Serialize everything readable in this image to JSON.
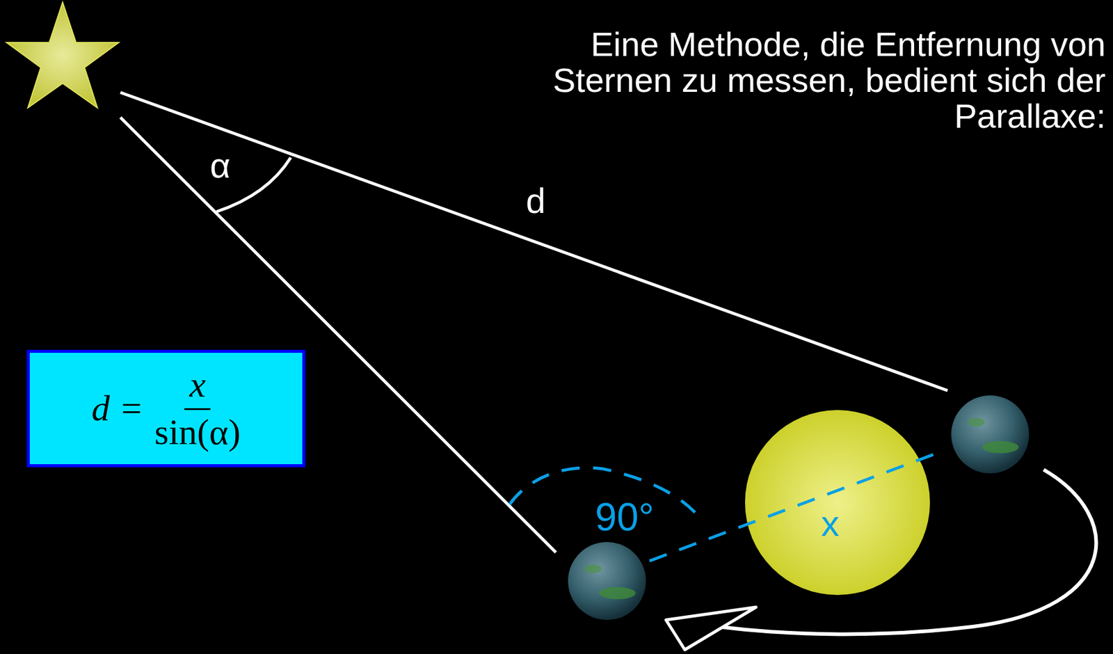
{
  "diagram": {
    "nodes": [
      {
        "text": [
          "d =",
          "x",
          "sin(α)"
        ]
      }
    ],
    "labels": [
      "Eine Methode, die Entfernung von Sternen zu messen, bedient sich der Parallaxe:",
      "α",
      "d",
      "90°",
      "x"
    ]
  }
}
